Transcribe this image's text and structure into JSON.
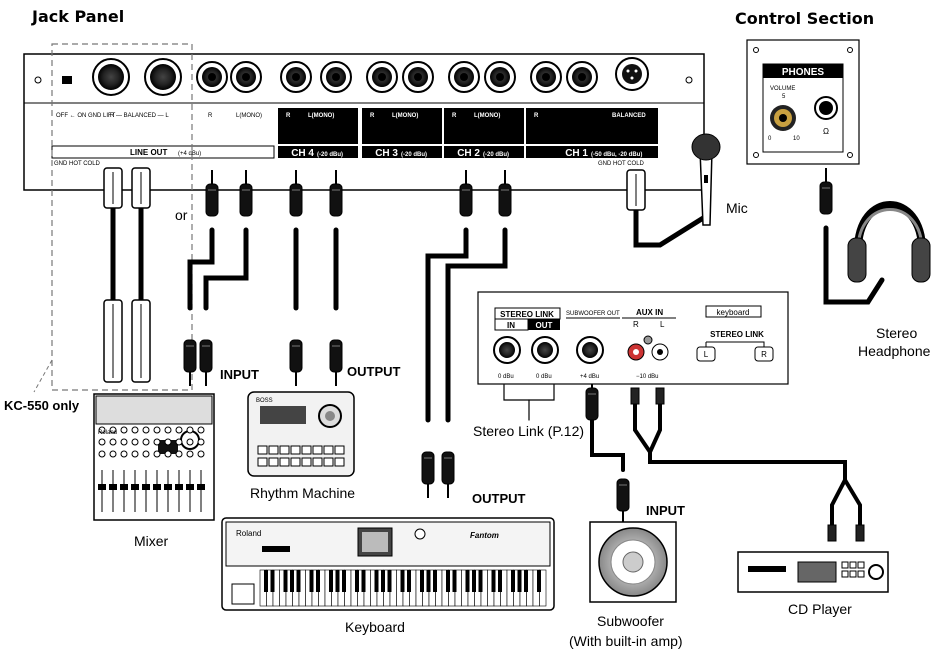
{
  "titles": {
    "jack_panel": "Jack Panel",
    "control_section": "Control Section"
  },
  "jack_panel": {
    "ground_switch": "OFF ← ON GND LIFT",
    "balanced": "R — BALANCED — L",
    "line_r": "R",
    "line_mono": "L(MONO)",
    "line_out": "LINE OUT",
    "line_out_level": "(+4 dBu)",
    "xlr_legend": "GND HOT COLD",
    "channels": [
      {
        "name": "CH 4",
        "level": "(-20 dBu)",
        "r": "R",
        "l": "L(MONO)"
      },
      {
        "name": "CH 3",
        "level": "(-20 dBu)",
        "r": "R",
        "l": "L(MONO)"
      },
      {
        "name": "CH 2",
        "level": "(-20 dBu)",
        "r": "R",
        "l": "L(MONO)"
      },
      {
        "name": "CH 1",
        "level": "(-50 dBu, -20 dBu)",
        "r": "R",
        "l": "BALANCED"
      }
    ],
    "or_label": "or",
    "kc_label": "KC-550 only"
  },
  "control_section": {
    "phones": "PHONES",
    "volume": "VOLUME",
    "scale_min": "0",
    "scale_max": "10",
    "scale_mid": "5",
    "headphone_glyph": "Ω"
  },
  "rear_panel": {
    "stereo_link": "STEREO LINK",
    "in": "IN",
    "out": "OUT",
    "subwoofer_out": "SUBWOOFER OUT",
    "aux_in": "AUX IN",
    "aux_r": "R",
    "aux_l": "L",
    "keyboard": "keyboard",
    "stereo_link2": "STEREO LINK",
    "level_in": "0 dBu",
    "level_out": "0 dBu",
    "level_sub": "+4 dBu",
    "level_aux": "−10 dBu",
    "link_l": "L",
    "link_r": "R"
  },
  "labels": {
    "mic": "Mic",
    "headphone_line1": "Stereo",
    "headphone_line2": "Headphone",
    "input1": "INPUT",
    "output1": "OUTPUT",
    "output2": "OUTPUT",
    "input2": "INPUT",
    "stereo_link_ref": "Stereo Link (P.12)",
    "mixer": "Mixer",
    "rhythm_machine": "Rhythm Machine",
    "keyboard": "Keyboard",
    "subwoofer_line1": "Subwoofer",
    "subwoofer_line2": "(With built-in amp)",
    "cd_player": "CD Player",
    "roland_brand": "Roland",
    "boss_brand": "BOSS",
    "fantom_brand": "Fantom"
  }
}
